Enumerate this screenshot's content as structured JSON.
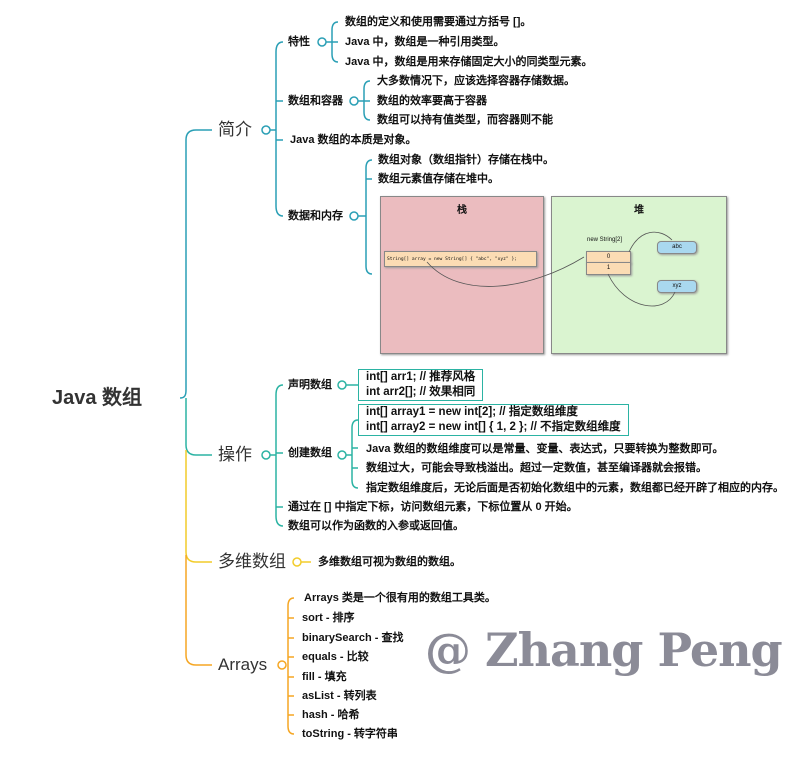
{
  "root": "Java 数组",
  "colors": {
    "intro": "#2a9fb5",
    "ops": "#2bb3a3",
    "multi": "#f2cc2a",
    "arrays": "#f5a623"
  },
  "intro": {
    "label": "简介",
    "traits": {
      "label": "特性",
      "items": [
        "数组的定义和使用需要通过方括号 []。",
        "Java 中，数组是一种引用类型。",
        "Java 中，数组是用来存储固定大小的同类型元素。"
      ]
    },
    "containers": {
      "label": "数组和容器",
      "items": [
        "大多数情况下，应该选择容器存储数据。",
        "数组的效率要高于容器",
        "数组可以持有值类型，而容器则不能"
      ]
    },
    "essence": "Java 数组的本质是对象。",
    "memory": {
      "label": "数据和内存",
      "items": [
        "数组对象（数组指针）存储在栈中。",
        "数组元素值存储在堆中。"
      ],
      "figure": {
        "stack_title": "栈",
        "heap_title": "堆",
        "code": "String[] array = new String[] { \"abc\", \"xyz\" };",
        "array_label": "new String[2]",
        "cells": [
          "0",
          "1"
        ],
        "values": [
          "abc",
          "xyz"
        ]
      }
    }
  },
  "ops": {
    "label": "操作",
    "declare": {
      "label": "声明数组",
      "lines": [
        "int[] arr1; // 推荐风格",
        "int arr2[]; // 效果相同"
      ]
    },
    "create": {
      "label": "创建数组",
      "lines": [
        "int[] array1 = new int[2]; // 指定数组维度",
        "int[] array2 = new int[] { 1, 2 }; // 不指定数组维度"
      ],
      "items": [
        "Java 数组的数组维度可以是常量、变量、表达式，只要转换为整数即可。",
        "数组过大，可能会导致栈溢出。超过一定数值，甚至编译器就会报错。",
        "指定数组维度后，无论后面是否初始化数组中的元素，数组都已经开辟了相应的内存。"
      ]
    },
    "items": [
      "通过在 [] 中指定下标，访问数组元素，下标位置从 0 开始。",
      "数组可以作为函数的入参或返回值。"
    ]
  },
  "multi": {
    "label": "多维数组",
    "item": "多维数组可视为数组的数组。"
  },
  "arrays": {
    "label": "Arrays",
    "items": [
      "Arrays 类是一个很有用的数组工具类。",
      "sort - 排序",
      "binarySearch - 查找",
      "equals - 比较",
      "fill - 填充",
      "asList - 转列表",
      "hash - 哈希",
      "toString - 转字符串"
    ]
  },
  "watermark": "@ Zhang Peng"
}
